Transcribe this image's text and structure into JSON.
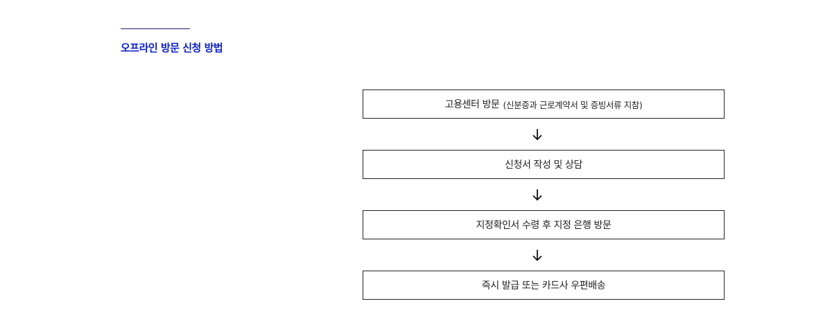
{
  "section": {
    "title": "오프라인 방문 신청 방법"
  },
  "steps": [
    {
      "label": "고용센터 방문",
      "note": "(신분증과 근로계약서 및 증빙서류 지참)"
    },
    {
      "label": "신청서 작성 및 상담"
    },
    {
      "label": "지정확인서 수령 후 지정 은행 방문"
    },
    {
      "label": "즉시 발급 또는 카드사 우편배송"
    }
  ],
  "colors": {
    "accent": "#0a1fc4"
  }
}
